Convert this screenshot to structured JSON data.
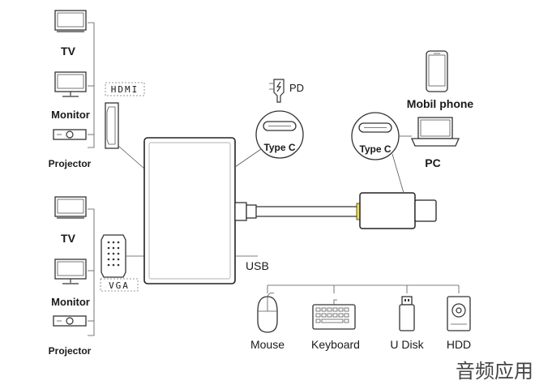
{
  "hdmi_group": {
    "port_label": "HDMI",
    "devices": [
      "TV",
      "Monitor",
      "Projector"
    ]
  },
  "vga_group": {
    "port_label": "VGA",
    "devices": [
      "TV",
      "Monitor",
      "Projector"
    ]
  },
  "pd": {
    "label": "PD",
    "port_label": "Type C"
  },
  "host": {
    "port_label": "Type C",
    "phone_label": "Mobil phone",
    "pc_label": "PC"
  },
  "usb": {
    "label": "USB",
    "devices": [
      "Mouse",
      "Keyboard",
      "U Disk",
      "HDD"
    ]
  },
  "watermark": "音频应用"
}
